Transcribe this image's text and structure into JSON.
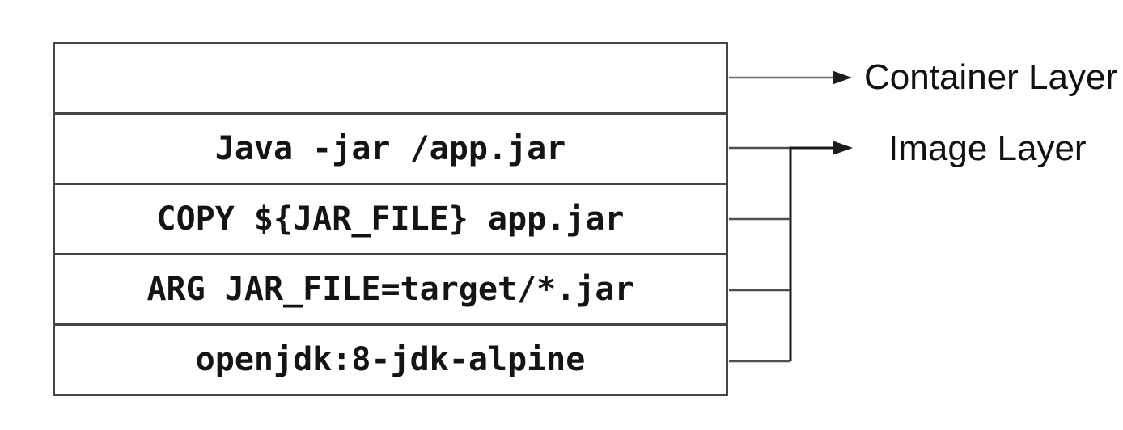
{
  "figure": {
    "background": "#ffffff",
    "stack": {
      "rows": [
        {
          "id": "container-layer-row",
          "text": ""
        },
        {
          "id": "entrypoint-row",
          "text": "Java -jar /app.jar"
        },
        {
          "id": "copy-row",
          "text": "COPY ${JAR_FILE} app.jar"
        },
        {
          "id": "arg-row",
          "text": "ARG JAR_FILE=target/*.jar"
        },
        {
          "id": "base-image-row",
          "text": "openjdk:8-jdk-alpine"
        }
      ]
    },
    "annotations": {
      "container_layer_label": "Container Layer",
      "image_layer_label": "Image Layer"
    },
    "colors": {
      "box_border": "#454545",
      "code_text": "#141414",
      "label_text": "#111111",
      "arrow_gray": "#6e6e6e",
      "arrow_black": "#1c1c1c",
      "connector": "#4f4f4f",
      "bg": "#ffffff"
    }
  }
}
